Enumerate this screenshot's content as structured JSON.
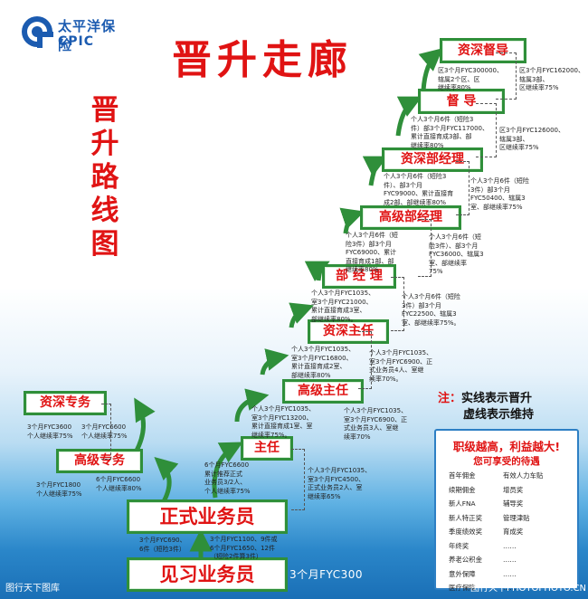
{
  "logo": {
    "cn": "太平洋保险",
    "en": "CPIC"
  },
  "title": "晋升走廊",
  "vertical_title": [
    "晋",
    "升",
    "路",
    "线",
    "图"
  ],
  "levels": {
    "zishen_dudao": "资深督导",
    "dudao": "督  导",
    "zishen_bujingli": "资深部经理",
    "gaoji_bujingli": "高级部经理",
    "bujingli": "部 经 理",
    "zishen_zhuren": "资深主任",
    "gaoji_zhuren": "高级主任",
    "zhuren": "主任",
    "zishen_zhuanwu": "资深专务",
    "gaoji_zhuanwu": "高级专务",
    "zhengshi": "正式业务员",
    "jianxi": "见习业务员"
  },
  "requirements": {
    "r_dudao_up": "区3个月FYC300000、\n辖属2个区、区\n继续率80%",
    "r_dudao_keep": "区3个月FYC162000、\n辖属3部、\n区继续率75%",
    "r_zsbjl_up": "个人3个月6件（短险3\n件）部3个月FYC117000、\n累计直接育成3部、部\n继续率80%",
    "r_zsbjl_keep": "区3个月FYC126000、\n辖属3部、\n区继续率75%",
    "r_gjbjl_up": "个人3个月6件（短险3\n件）、部3个月\nFYC99000、累计直接育\n成2部、部继续率80%",
    "r_gjbjl_keep": "个人3个月6件（短险\n3件）部3个月\nFYC50400、辖属3\n室、部继续率75%",
    "r_bjl_up": "个人3个月6件（短\n险3件）部3个月\nFYC69000、累计\n直接育成1部、部\n继续率80%",
    "r_bjl_keep": "个人3个月6件（短\n险3件）、部3个月\nFYC36000、辖属3\n室、部继续率\n75%",
    "r_zszr_up": "个人3个月FYC1035、\n室3个月FYC21000、\n累计直接育成3室、\n部继续率80%。",
    "r_zszr_keep": "个人3个月6件（短险\n3件）部3个月\nFYC22500、辖属3\n室、部继续率75%。",
    "r_gjzr_up": "个人3个月FYC1035、\n室3个月FYC16800、\n累计直接育成2室、\n部继续率80%",
    "r_gjzr_keep": "个人3个月FYC1035、\n室3个月FYC6900、正\n式业务员4人、室继\n续率70%。",
    "r_zr_up": "个人3个月FYC1035、\n室3个月FYC13200、\n累计直接育成1室、室\n继续率75%。",
    "r_zr_keep": "个人3个月FYC1035、\n室3个月FYC6900、正\n式业务员3人、室继\n续率70%",
    "r_zszw_up": "3个月FYC3600\n个人继续率75%",
    "r_zszw_keep": "3个月FYC6600\n个人继续率75%",
    "r_gjzw_up": "6个月FYC6600\n个人继续率80%",
    "r_gjzw_keep": "3个月FYC1800\n个人继续率75%",
    "r_zhuren_from_zs": "6个月FYC6600\n累计推荐正式\n业务员3/2人、\n个人继续率75%",
    "r_zhuren_keep": "个人3个月FYC1035、\n室3个月FYC4500、\n正式业务员2人、室\n继续率65%",
    "r_zs_keep": "3个月FYC1100、9件或\n6个月FYC1650、12件\n（短险2件算3件）",
    "r_zs_up": "3个月FYC690、\n6件（短险3件）",
    "r_jx": "3个月FYC300"
  },
  "note": {
    "label": "注：",
    "line1": "实线表示晋升",
    "line2": "虚线表示维持"
  },
  "benefits": {
    "title1": "职级越高，利益越大!",
    "title2": "您可享受的待遇",
    "rows": [
      [
        "首年佣金",
        "有效人力车贴"
      ],
      [
        "续期佣金",
        "增员奖"
      ],
      [
        "新人FNA",
        "辅导奖"
      ],
      [
        "新人特正奖",
        "管理津贴"
      ],
      [
        "季度绩效奖",
        "育成奖"
      ],
      [
        "年终奖",
        "……"
      ],
      [
        "养老公积金",
        "……"
      ],
      [
        "意外保障",
        "……"
      ],
      [
        "医疗保障",
        "……"
      ]
    ]
  },
  "watermark": {
    "left": "图行天下图库",
    "right": "图行天下PHOTOPHOTO.CN"
  },
  "colors": {
    "red": "#e01313",
    "green": "#2f8f3a",
    "blue": "#1b5bb0"
  }
}
